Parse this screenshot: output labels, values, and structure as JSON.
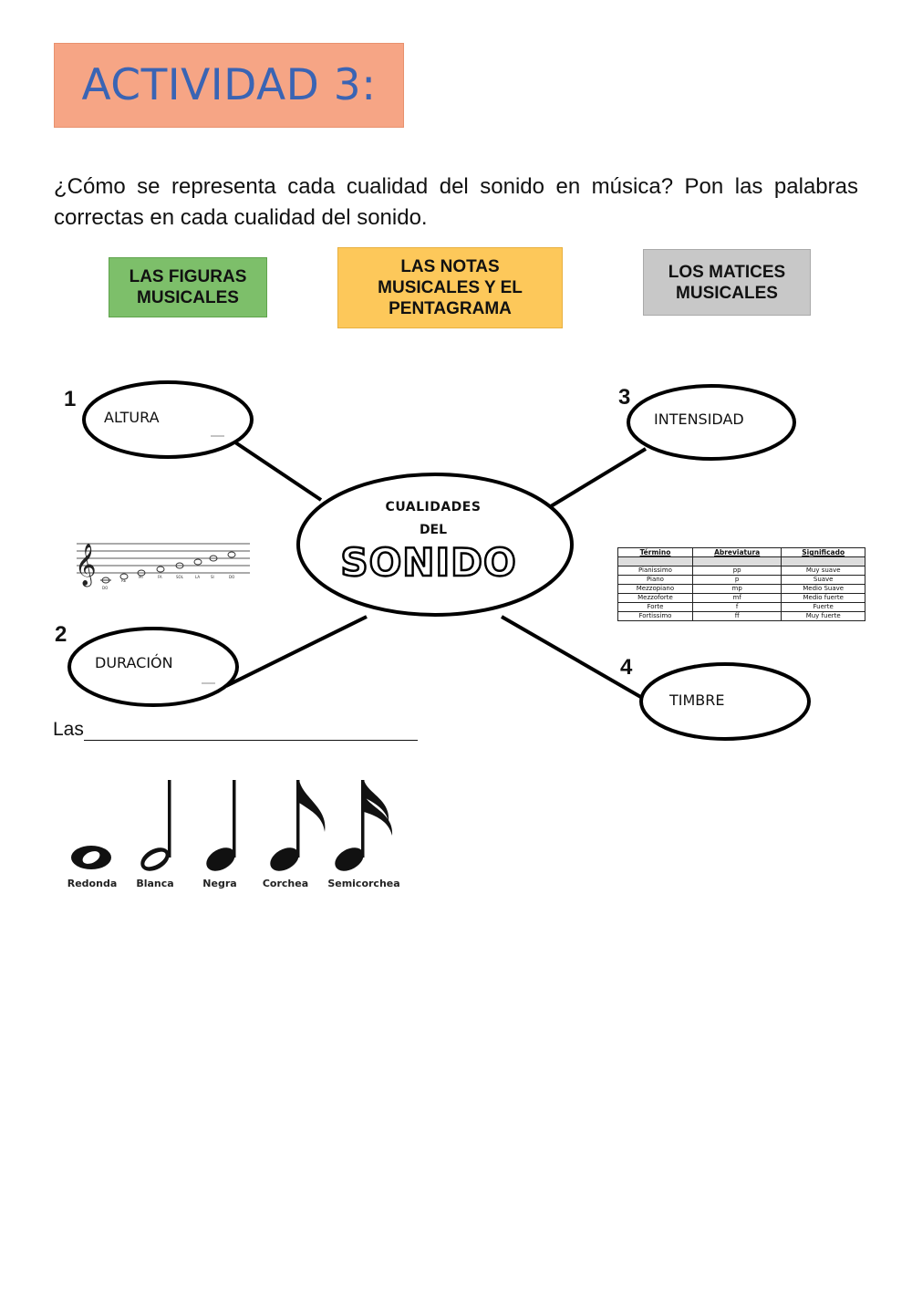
{
  "title": "ACTIVIDAD 3:",
  "instructions": "¿Cómo se representa cada cualidad del sonido en música? Pon las palabras correctas en cada cualidad del sonido.",
  "word_cards": [
    {
      "label": "LAS FIGURAS MUSICALES",
      "color": "#7dbf6a"
    },
    {
      "label": "LAS NOTAS MUSICALES Y EL PENTAGRAMA",
      "color": "#fdc85a"
    },
    {
      "label": "LOS MATICES MUSICALES",
      "color": "#c8c8c8"
    }
  ],
  "mindmap": {
    "center_top": "CUALIDADES",
    "center_mid": "DEL",
    "center_main": "SONIDO",
    "nodes": [
      {
        "number": "1",
        "label": "ALTURA"
      },
      {
        "number": "2",
        "label": "DURACIÓN"
      },
      {
        "number": "3",
        "label": "INTENSIDAD"
      },
      {
        "number": "4",
        "label": "TIMBRE"
      }
    ]
  },
  "staff": {
    "note_names": [
      "DO",
      "RE",
      "MI",
      "FA",
      "SOL",
      "LA",
      "SI",
      "DO"
    ]
  },
  "matices_table": {
    "headers": [
      "Término",
      "Abreviatura",
      "Significado"
    ],
    "rows": [
      [
        "Pianissimo",
        "pp",
        "Muy suave"
      ],
      [
        "Piano",
        "p",
        "Suave"
      ],
      [
        "Mezzopiano",
        "mp",
        "Medio Suave"
      ],
      [
        "Mezzoforte",
        "mf",
        "Medio fuerte"
      ],
      [
        "Forte",
        "f",
        "Fuerte"
      ],
      [
        "Fortissimo",
        "ff",
        "Muy fuerte"
      ]
    ]
  },
  "answer_line": {
    "prefix": "Las"
  },
  "note_figures": [
    "Redonda",
    "Blanca",
    "Negra",
    "Corchea",
    "Semicorchea"
  ]
}
